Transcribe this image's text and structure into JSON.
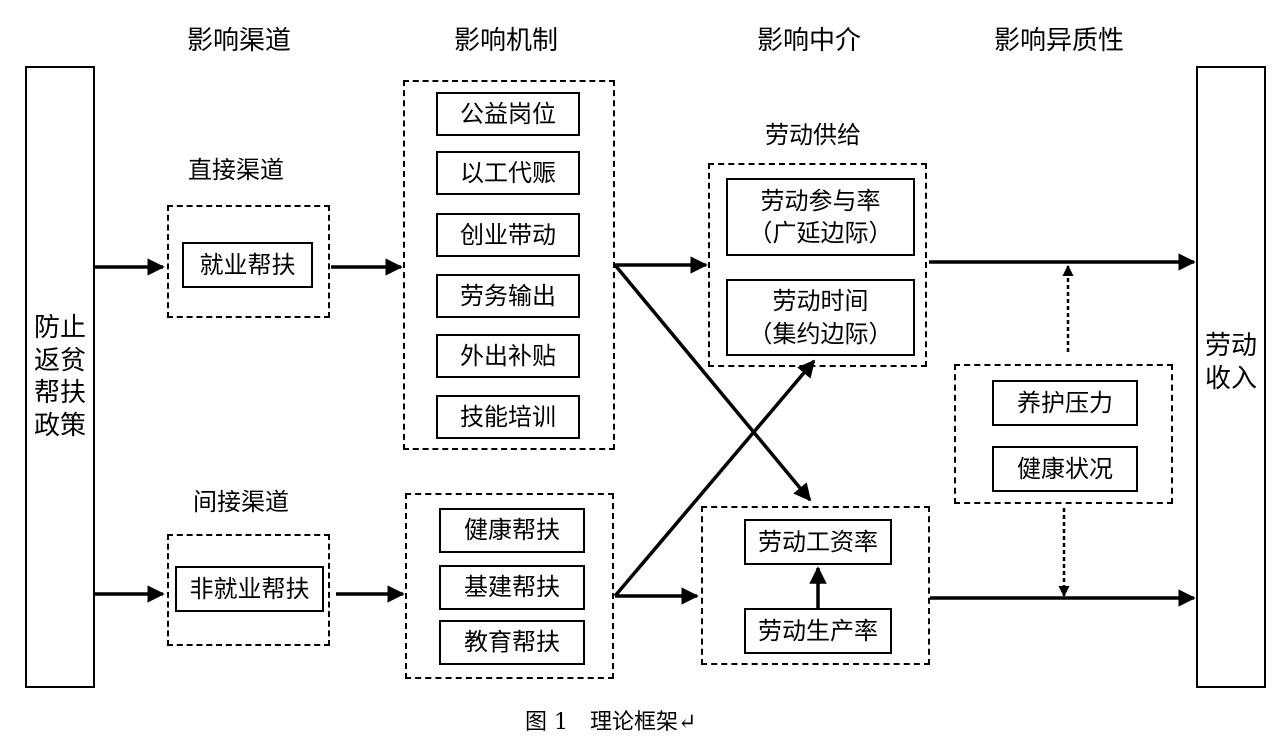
{
  "headers": {
    "channel": "影响渠道",
    "mechanism": "影响机制",
    "mediator": "影响中介",
    "heterogeneity": "影响异质性"
  },
  "policy": "防止\n返贫\n帮扶\n政策",
  "outcome": "劳动\n收入",
  "direct": {
    "label": "直接渠道",
    "box": "就业帮扶",
    "mechanisms": [
      "公益岗位",
      "以工代赈",
      "创业带动",
      "劳务输出",
      "外出补贴",
      "技能培训"
    ]
  },
  "indirect": {
    "label": "间接渠道",
    "box": "非就业帮扶",
    "mechanisms": [
      "健康帮扶",
      "基建帮扶",
      "教育帮扶"
    ]
  },
  "labor_supply": {
    "label": "劳动供给",
    "participation": "劳动参与率\n（广延边际）",
    "hours": "劳动时间\n（集约边际）"
  },
  "wage": {
    "wage_rate": "劳动工资率",
    "productivity": "劳动生产率"
  },
  "heterogeneity_factors": [
    "养护压力",
    "健康状况"
  ],
  "caption": "图 1　理论框架↵"
}
